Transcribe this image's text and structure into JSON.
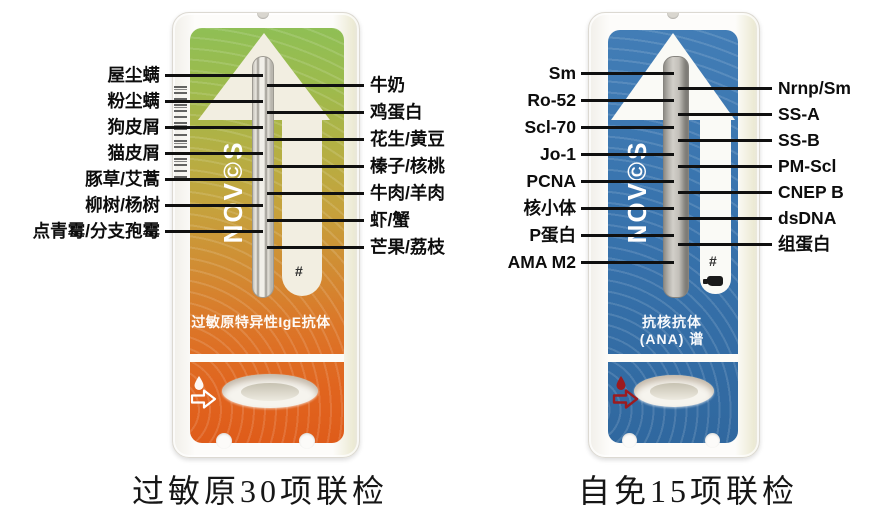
{
  "figure": {
    "left_device": {
      "brand": "NOV©S",
      "hash_mark": "#",
      "strip_title": "过敏原特异性IgE抗体",
      "caption": "过敏原30项联检",
      "left_labels": [
        "屋尘螨",
        "粉尘螨",
        "狗皮屑",
        "猫皮屑",
        "豚草/艾蒿",
        "柳树/杨树",
        "点青霉/分支孢霉"
      ],
      "right_labels": [
        "牛奶",
        "鸡蛋白",
        "花生/黄豆",
        "榛子/核桃",
        "牛肉/羊肉",
        "虾/蟹",
        "芒果/荔枝"
      ],
      "colors": {
        "label_top": "#8fbf55",
        "label_bottom": "#df5c1a",
        "arrow": "#f2eee1"
      }
    },
    "right_device": {
      "brand": "NOV©S",
      "hash_mark": "#",
      "strip_title_line1": "抗核抗体",
      "strip_title_line2": "(ANA) 谱",
      "caption": "自免15项联检",
      "left_labels": [
        "Sm",
        "Ro-52",
        "Scl-70",
        "Jo-1",
        "PCNA",
        "核小体",
        "P蛋白",
        "AMA M2"
      ],
      "right_labels": [
        "Nrnp/Sm",
        "SS-A",
        "SS-B",
        "PM-Scl",
        "CNEP B",
        "dsDNA",
        "组蛋白"
      ],
      "colors": {
        "label": "#3873ad",
        "droplet": "#9c1b1f",
        "arrow": "#fafaf6"
      }
    }
  }
}
